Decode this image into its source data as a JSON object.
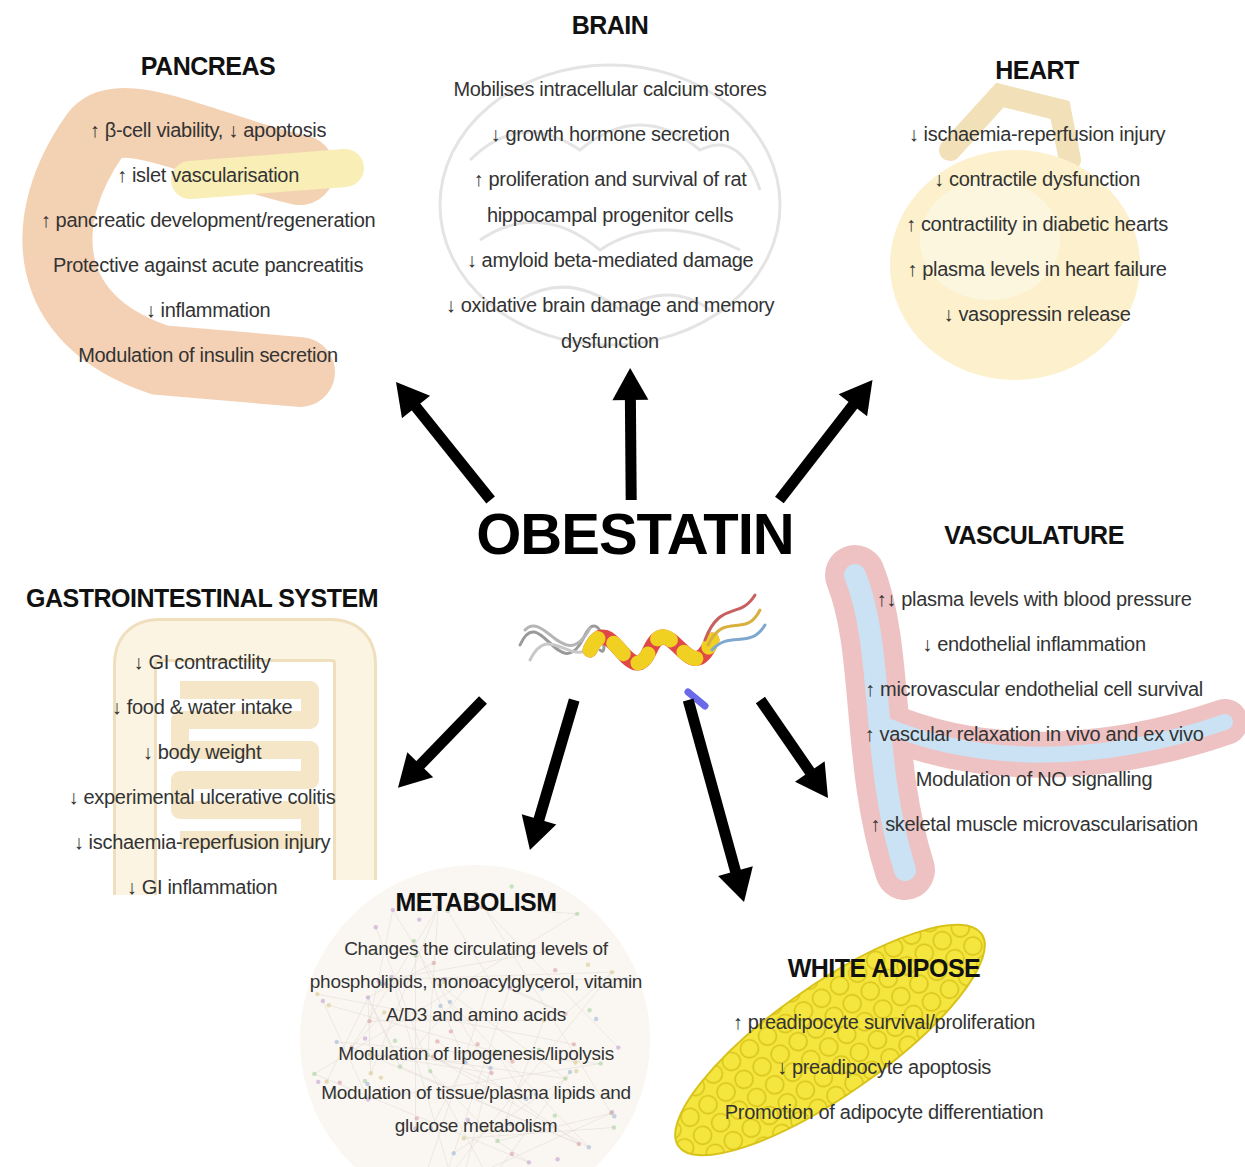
{
  "diagram": {
    "nodes": [
      {
        "text": [
          "PANCREAS",
          "↑ β-cell viability, ↓ apoptosis",
          "↑ islet vascularisation",
          "↑ pancreatic development/regeneration",
          "Protective against acute pancreatitis",
          "↓ inflammation",
          "Modulation of insulin secretion"
        ]
      },
      {
        "text": [
          "BRAIN",
          "Mobilises intracellular calcium stores",
          "↓ growth hormone secretion",
          "↑ proliferation and survival of rat hippocampal progenitor cells",
          "↓ amyloid beta-mediated damage",
          "↓ oxidative brain damage and memory dysfunction"
        ]
      },
      {
        "text": [
          "HEART",
          "↓ ischaemia-reperfusion injury",
          "↓ contractile dysfunction",
          "↑ contractility in diabetic hearts",
          "↑ plasma levels in heart failure",
          "↓ vasopressin release"
        ]
      },
      {
        "text": [
          "OBESTATIN"
        ]
      },
      {
        "text": [
          "VASCULATURE",
          "↑↓ plasma levels with blood pressure",
          "↓ endothelial inflammation",
          "↑ microvascular endothelial cell survival",
          "↑ vascular relaxation in vivo and ex vivo",
          "Modulation of NO signalling",
          "↑ skeletal muscle microvascularisation"
        ]
      },
      {
        "text": [
          "GASTROINTESTINAL SYSTEM",
          "↓ GI contractility",
          "↓ food & water intake",
          "↓ body weight",
          "↓ experimental ulcerative colitis",
          "↓ ischaemia-reperfusion injury",
          "↓ GI inflammation"
        ]
      },
      {
        "text": [
          "METABOLISM",
          "Changes the circulating levels of phospholipids, monoacylglycerol, vitamin A/D3 and amino acids",
          "Modulation of lipogenesis/lipolysis",
          "Modulation of tissue/plasma lipids and glucose metabolism"
        ]
      },
      {
        "text": [
          "WHITE ADIPOSE",
          "↑ preadipocyte survival/proliferation",
          "↓ preadipocyte apoptosis",
          "Promotion of adipocyte differentiation"
        ]
      }
    ],
    "edges": [
      {
        "from": 3,
        "to": 0,
        "arrow": "to"
      },
      {
        "from": 3,
        "to": 1,
        "arrow": "to"
      },
      {
        "from": 3,
        "to": 2,
        "arrow": "to"
      },
      {
        "from": 3,
        "to": 4,
        "arrow": "to"
      },
      {
        "from": 3,
        "to": 5,
        "arrow": "to"
      },
      {
        "from": 3,
        "to": 6,
        "arrow": "to"
      },
      {
        "from": 3,
        "to": 7,
        "arrow": "to"
      }
    ]
  }
}
